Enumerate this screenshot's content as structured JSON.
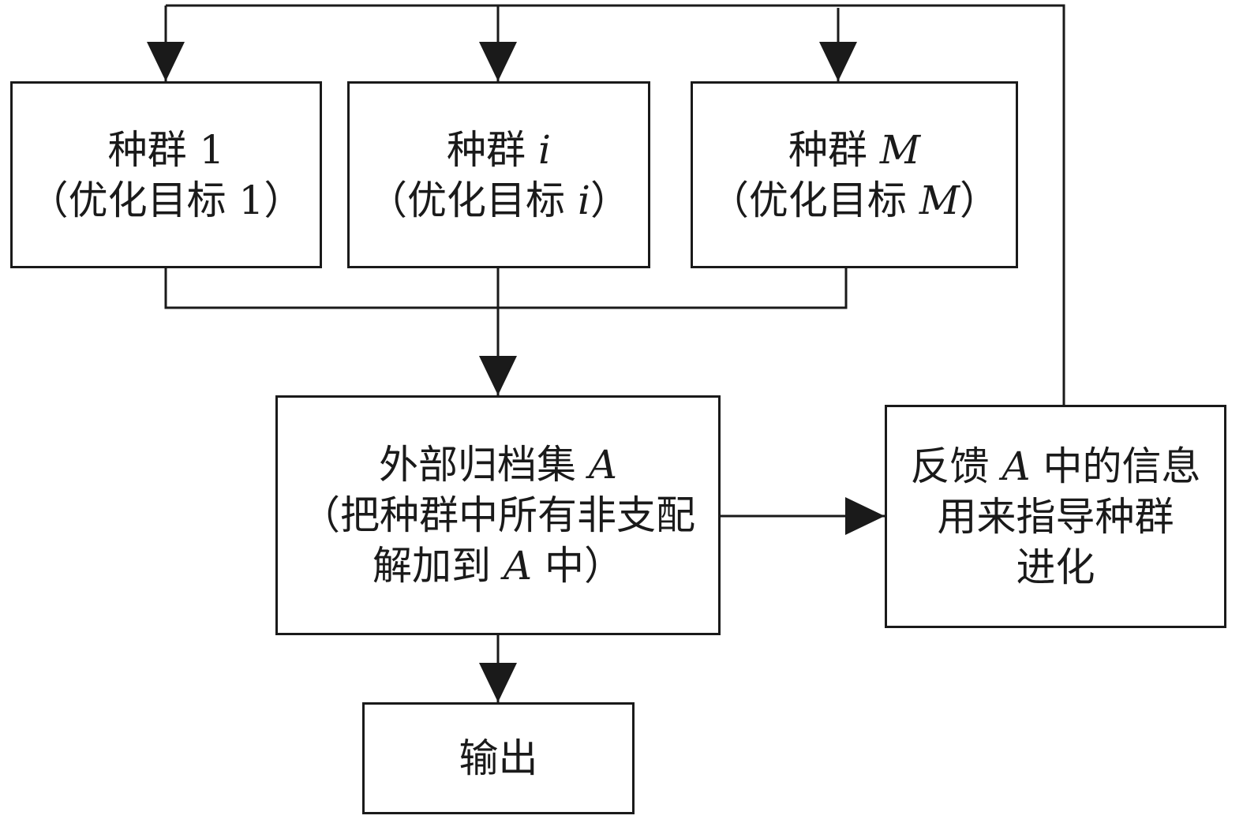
{
  "nodes": {
    "pop1": {
      "line1": "种群 1",
      "line2": "（优化目标 1）"
    },
    "popi": {
      "line1_prefix": "种群 ",
      "line1_var": "i",
      "line2_prefix": "（优化目标 ",
      "line2_var": "i",
      "line2_suffix": "）"
    },
    "popM": {
      "line1_prefix": "种群 ",
      "line1_var": "M",
      "line2_prefix": "（优化目标 ",
      "line2_var": "M",
      "line2_suffix": "）"
    },
    "archive": {
      "line1_prefix": "外部归档集 ",
      "line1_var": "A",
      "line2": "（把种群中所有非支配",
      "line3_prefix": "解加到 ",
      "line3_var": "A",
      "line3_suffix": " 中）"
    },
    "feedback": {
      "line1_prefix": "反馈 ",
      "line1_var": "A",
      "line1_suffix": " 中的信息",
      "line2": "用来指导种群",
      "line3": "进化"
    },
    "output": {
      "label": "输出"
    }
  },
  "colors": {
    "stroke": "#1a1a1a",
    "background": "#ffffff"
  }
}
